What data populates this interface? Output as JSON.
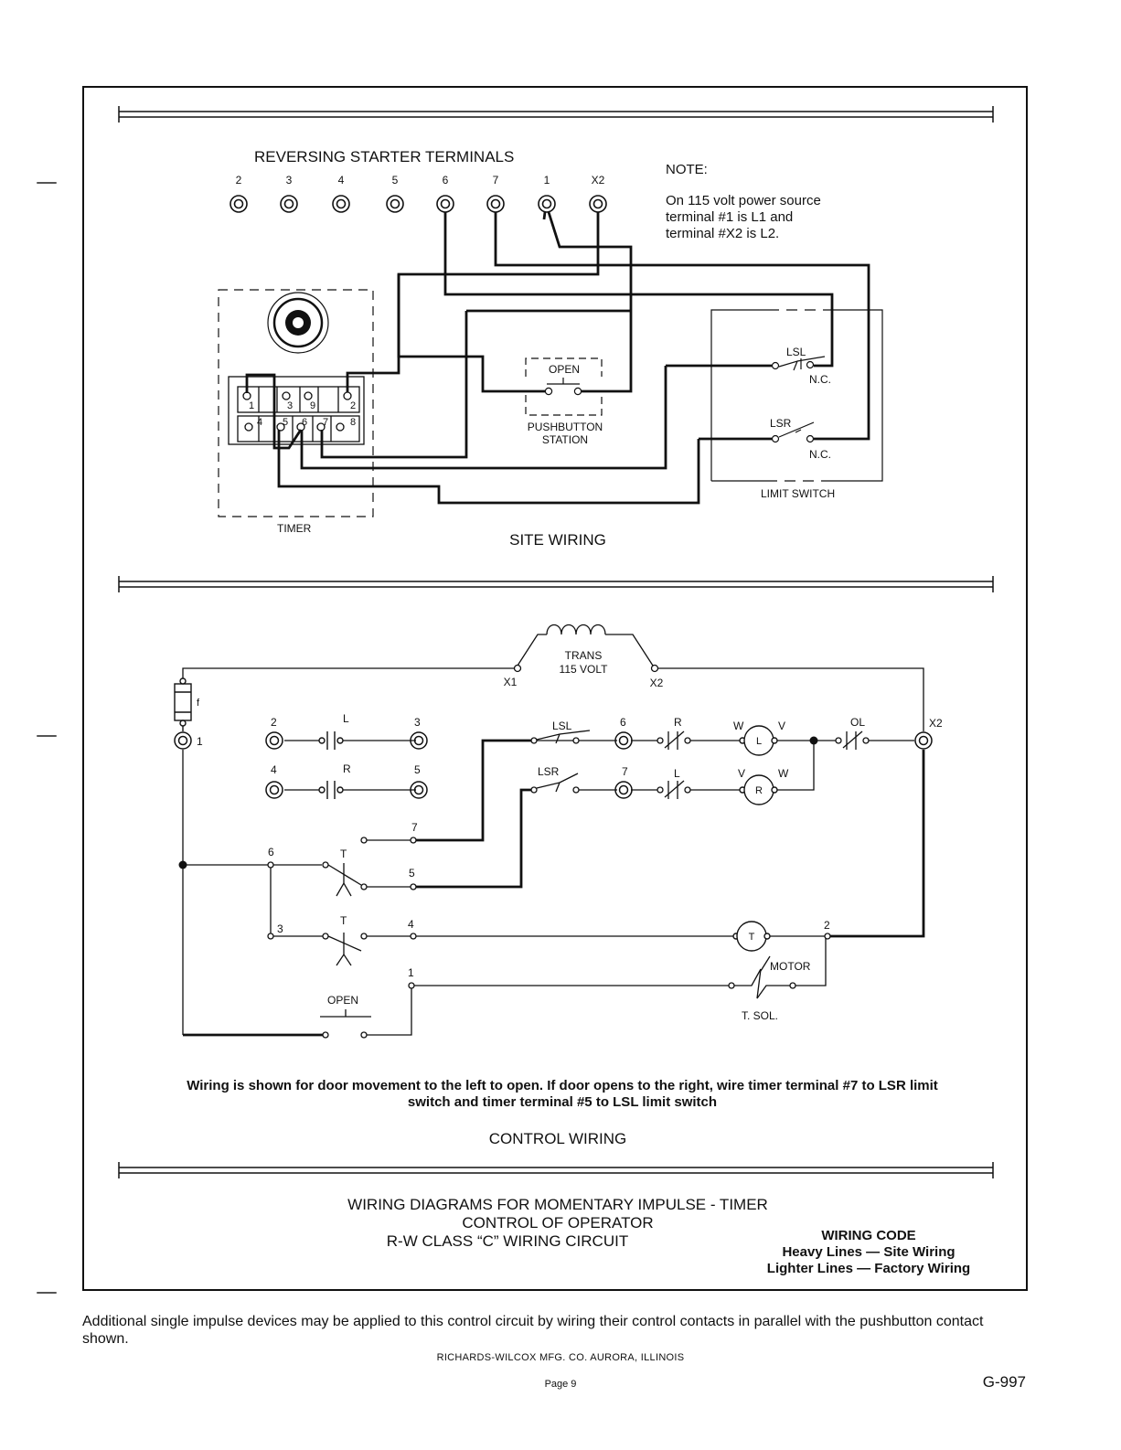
{
  "site_wiring": {
    "header": "REVERSING STARTER TERMINALS",
    "terminals": [
      "2",
      "3",
      "4",
      "5",
      "6",
      "7",
      "1",
      "X2"
    ],
    "note_title": "NOTE:",
    "note_lines": [
      "On 115 volt power source",
      "terminal #1 is L1 and",
      "terminal #X2 is L2."
    ],
    "timer_label": "TIMER",
    "timer_terminals_top": [
      "1",
      "3",
      "9",
      "2"
    ],
    "timer_terminals_bottom": [
      "4",
      "5",
      "6",
      "7",
      "8"
    ],
    "pushbutton_open": "OPEN",
    "pushbutton_label_1": "PUSHBUTTON",
    "pushbutton_label_2": "STATION",
    "lsl": "LSL",
    "lsr": "LSR",
    "nc": "N.C.",
    "limit_switch_label": "LIMIT SWITCH",
    "section_title": "SITE WIRING"
  },
  "control_wiring": {
    "trans_1": "TRANS",
    "trans_2": "115 VOLT",
    "x1": "X1",
    "x2": "X2",
    "fuse": "f",
    "n1": "1",
    "n2": "2",
    "n3": "3",
    "n4": "4",
    "n5": "5",
    "n6": "6",
    "n7": "7",
    "l": "L",
    "r": "R",
    "t": "T",
    "w": "W",
    "v": "V",
    "ol": "OL",
    "lsl": "LSL",
    "lsr": "LSR",
    "motor": "MOTOR",
    "tsol": "T. SOL.",
    "open": "OPEN",
    "note": "Wiring is shown for door movement to the left to open. If door opens to the right, wire timer terminal #7 to LSR limit switch and timer terminal #5 to LSL limit switch",
    "section_title": "CONTROL WIRING"
  },
  "title_block": {
    "line1": "WIRING DIAGRAMS FOR MOMENTARY IMPULSE - TIMER",
    "line2": "CONTROL OF OPERATOR",
    "line3": "R-W CLASS “C” WIRING CIRCUIT",
    "code_title": "WIRING CODE",
    "code_line1": "Heavy Lines — Site Wiring",
    "code_line2": "Lighter Lines — Factory Wiring"
  },
  "footer": {
    "note": "Additional single impulse devices may be applied to this control circuit by wiring their control contacts in parallel with the pushbutton contact shown.",
    "company": "RICHARDS-WILCOX MFG. CO. AURORA, ILLINOIS",
    "page": "Page 9",
    "doc_number": "G-997"
  }
}
